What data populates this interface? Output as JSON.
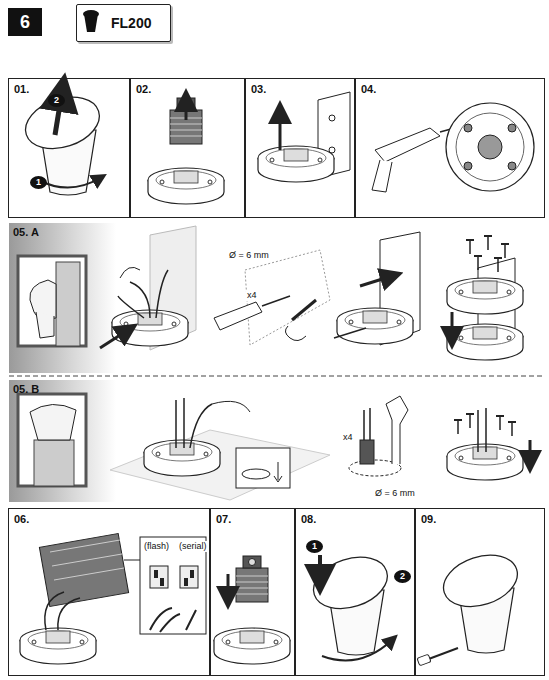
{
  "diagram": {
    "nodes": [
      {
        "text": [
          "6"
        ]
      },
      {
        "text": [
          "FL200"
        ]
      },
      {
        "text": [
          "01."
        ]
      },
      {
        "text": [
          "02."
        ]
      },
      {
        "text": [
          "03."
        ]
      },
      {
        "text": [
          "04."
        ]
      },
      {
        "text": [
          "05. A"
        ]
      },
      {
        "text": [
          "05. B"
        ]
      },
      {
        "text": [
          "06."
        ]
      },
      {
        "text": [
          "07."
        ]
      },
      {
        "text": [
          "08."
        ]
      },
      {
        "text": [
          "09."
        ]
      }
    ],
    "labels": [
      "2",
      "1",
      "Ø = 6 mm",
      "x4",
      "x4",
      "Ø = 6 mm",
      "(flash)",
      "(serial)",
      "1",
      "2"
    ]
  }
}
